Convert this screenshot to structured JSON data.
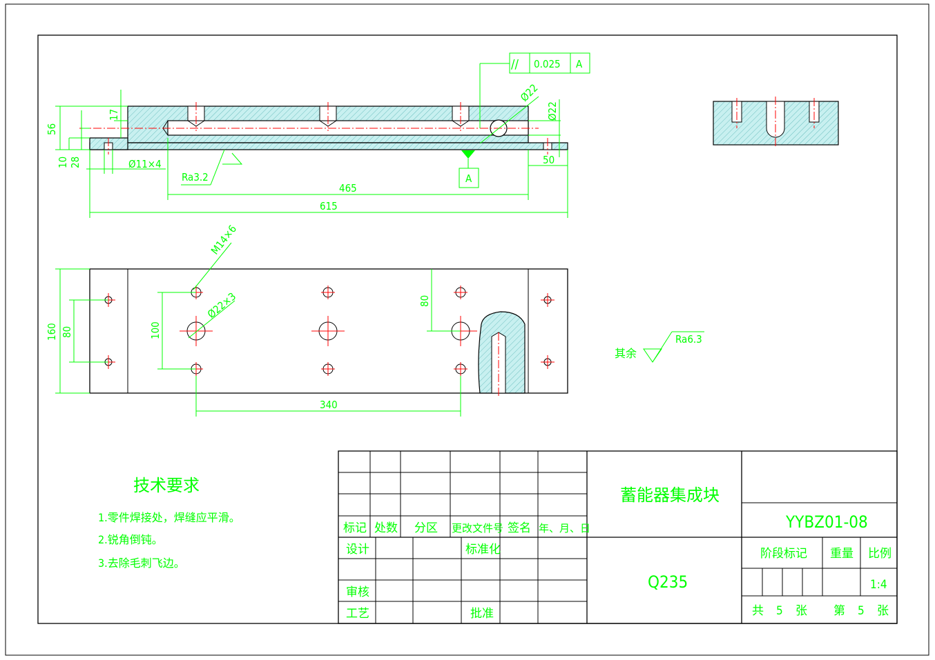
{
  "drawing": {
    "title": "蓄能器集成块",
    "code": "YYBZ01-08",
    "material": "Q235",
    "scale": "1:4",
    "sheets_total_prefix": "共",
    "sheets_total": "5",
    "sheets_unit": "张",
    "sheet_no_prefix": "第",
    "sheet_no": "5",
    "sheet_no_unit": "张"
  },
  "tech_requirements": {
    "heading": "技术要求",
    "items": [
      "1.零件焊接处，焊缝应平滑。",
      "2.锐角倒钝。",
      "3.去除毛刺飞边。"
    ]
  },
  "revision_header": {
    "mark": "标记",
    "count": "处数",
    "zone": "分区",
    "doc": "更改文件号",
    "sign": "签名",
    "date": "年、月、日"
  },
  "approval": {
    "design": "设计",
    "standard": "标准化",
    "check": "审核",
    "process": "工艺",
    "approve": "批准"
  },
  "props_header": {
    "stage": "阶段标记",
    "weight": "重量",
    "scale": "比例"
  },
  "dimensions": {
    "d56": "56",
    "d17": "17",
    "d10": "10",
    "d28": "28",
    "holes11": "Ø11×4",
    "ra32": "Ra3.2",
    "d465": "465",
    "d615": "615",
    "d50": "50",
    "d22a": "Ø22",
    "d22b": "Ø22",
    "datum": "A",
    "tol_symbol": "//",
    "tol_value": "0.025",
    "tol_datum": "A",
    "m14": "M14×6",
    "d22x3": "Ø22×3",
    "d160": "160",
    "d80a": "80",
    "d100": "100",
    "d80b": "80",
    "d340": "340",
    "rest_prefix": "其余",
    "ra63": "Ra6.3"
  },
  "colors": {
    "ink": "#000000",
    "dim": "#00ff00",
    "center": "#ff0000",
    "hatch_fill": "#c8f0f0"
  }
}
